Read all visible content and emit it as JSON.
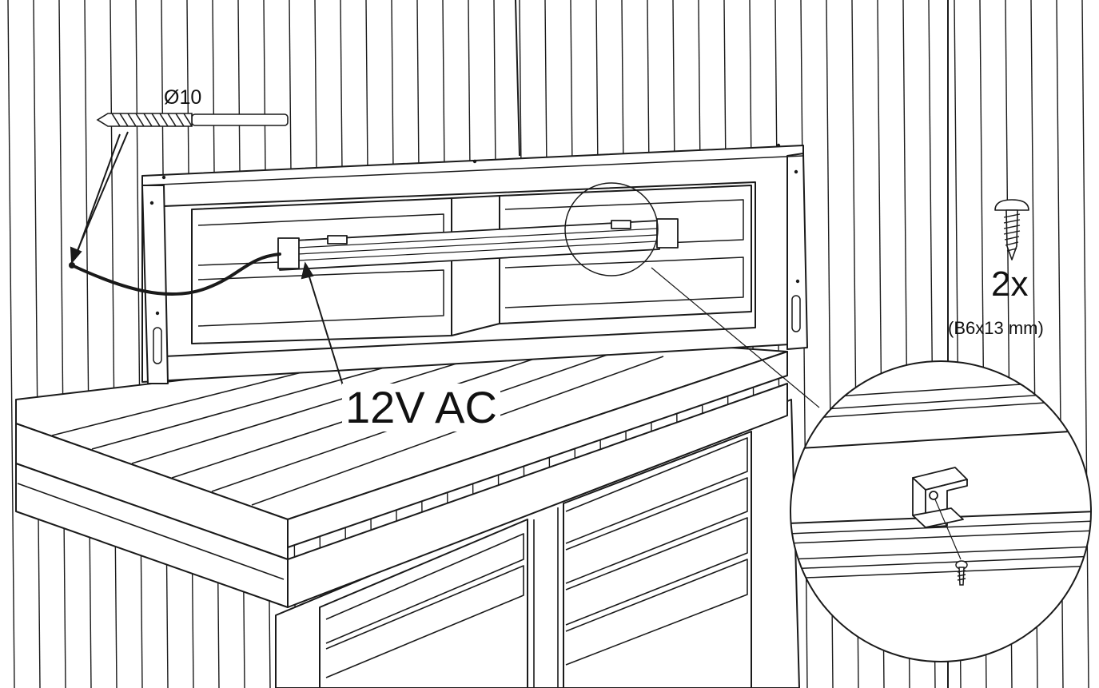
{
  "labels": {
    "drill_size": "Ø10",
    "voltage": "12V AC",
    "screw_quantity": "2x",
    "screw_size": "(B6x13 mm)"
  },
  "colors": {
    "line": "#1a1a1a",
    "background": "#ffffff",
    "fill_light": "#f4f4f4"
  },
  "icons": [
    "drill-bit-icon",
    "screw-icon",
    "detail-zoom-circle"
  ]
}
